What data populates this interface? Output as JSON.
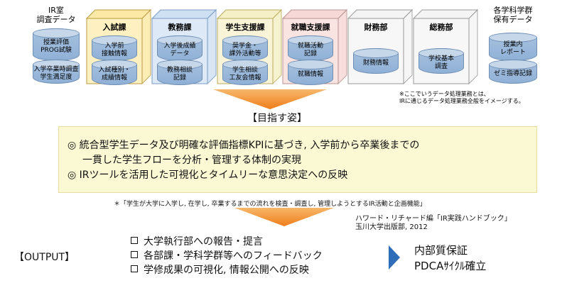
{
  "left_group": {
    "title_lines": [
      "IR室",
      "調査データ"
    ],
    "items": [
      "授業評価\nPROG試験",
      "入学卒業時調査\n学生満足度"
    ]
  },
  "right_group": {
    "title_lines": [
      "各学科学群",
      "保有データ"
    ],
    "items": [
      "授業内\nレポート",
      "ゼミ指導記録"
    ]
  },
  "departments": [
    {
      "name": "入試課",
      "items": [
        "入学前\n接触情報",
        "入試種別・\n成績情報"
      ],
      "color": "#fde9a6",
      "border": "#b89a40"
    },
    {
      "name": "教務課",
      "items": [
        "入学後成績\nデータ",
        "教務相談\n記録"
      ],
      "color": "#cfe0f2",
      "border": "#7b9bc4"
    },
    {
      "name": "学生支援課",
      "items": [
        "奨学金・\n課外活動等",
        "学生相談\n工友会情報"
      ],
      "color": "#f6f0c6",
      "border": "#b8ac60"
    },
    {
      "name": "就職支援課",
      "items": [
        "就職活動\n記録",
        "就職情報"
      ],
      "color": "#f6d9d6",
      "border": "#b89390"
    },
    {
      "name": "財務部",
      "items": [
        "財務情報"
      ],
      "color": "#f4f4f4",
      "border": "#9a9a9a"
    },
    {
      "name": "総務部",
      "items": [
        "学校基本\n調査"
      ],
      "color": "#f4f4f4",
      "border": "#9a9a9a"
    }
  ],
  "note_lines": [
    "※ここでいうデータ処理業務とは、",
    "IRに通じるデータ処理業務全般をイメージする。"
  ],
  "goal_title": "【目指す姿】",
  "goal": {
    "line1": "◎ 統合型学生データ及び明確な評価指標KPIに基づき, 入学前から卒業後までの",
    "line2": "一貫した学生フローを分析・管理する体制の実現",
    "line3": "◎ IRツールを活用した可視化とタイムリーな意思決定への反映"
  },
  "footnote": "＊「学生が大学に入学し, 在学し, 卒業するまでの流れを検査・調査し, 管理しようとするIR活動と企画機能」",
  "citation_lines": [
    "ハワード・リチャード編「IR実践ハンドブック」",
    "玉川大学出版部, 2012"
  ],
  "output_label": "【OUTPUT】",
  "outputs": [
    "大学執行部への報告・提言",
    "各部課・学科学群等へのフィードバック",
    "学修成果の可視化, 情報公開への反映"
  ],
  "results": [
    "内部質保証",
    "PDCAｻｲｸﾙ確立"
  ],
  "colors": {
    "arrow": "#f08a2c",
    "blue_arrow": "#2f6db8",
    "cylinder": "#98b6d9"
  }
}
